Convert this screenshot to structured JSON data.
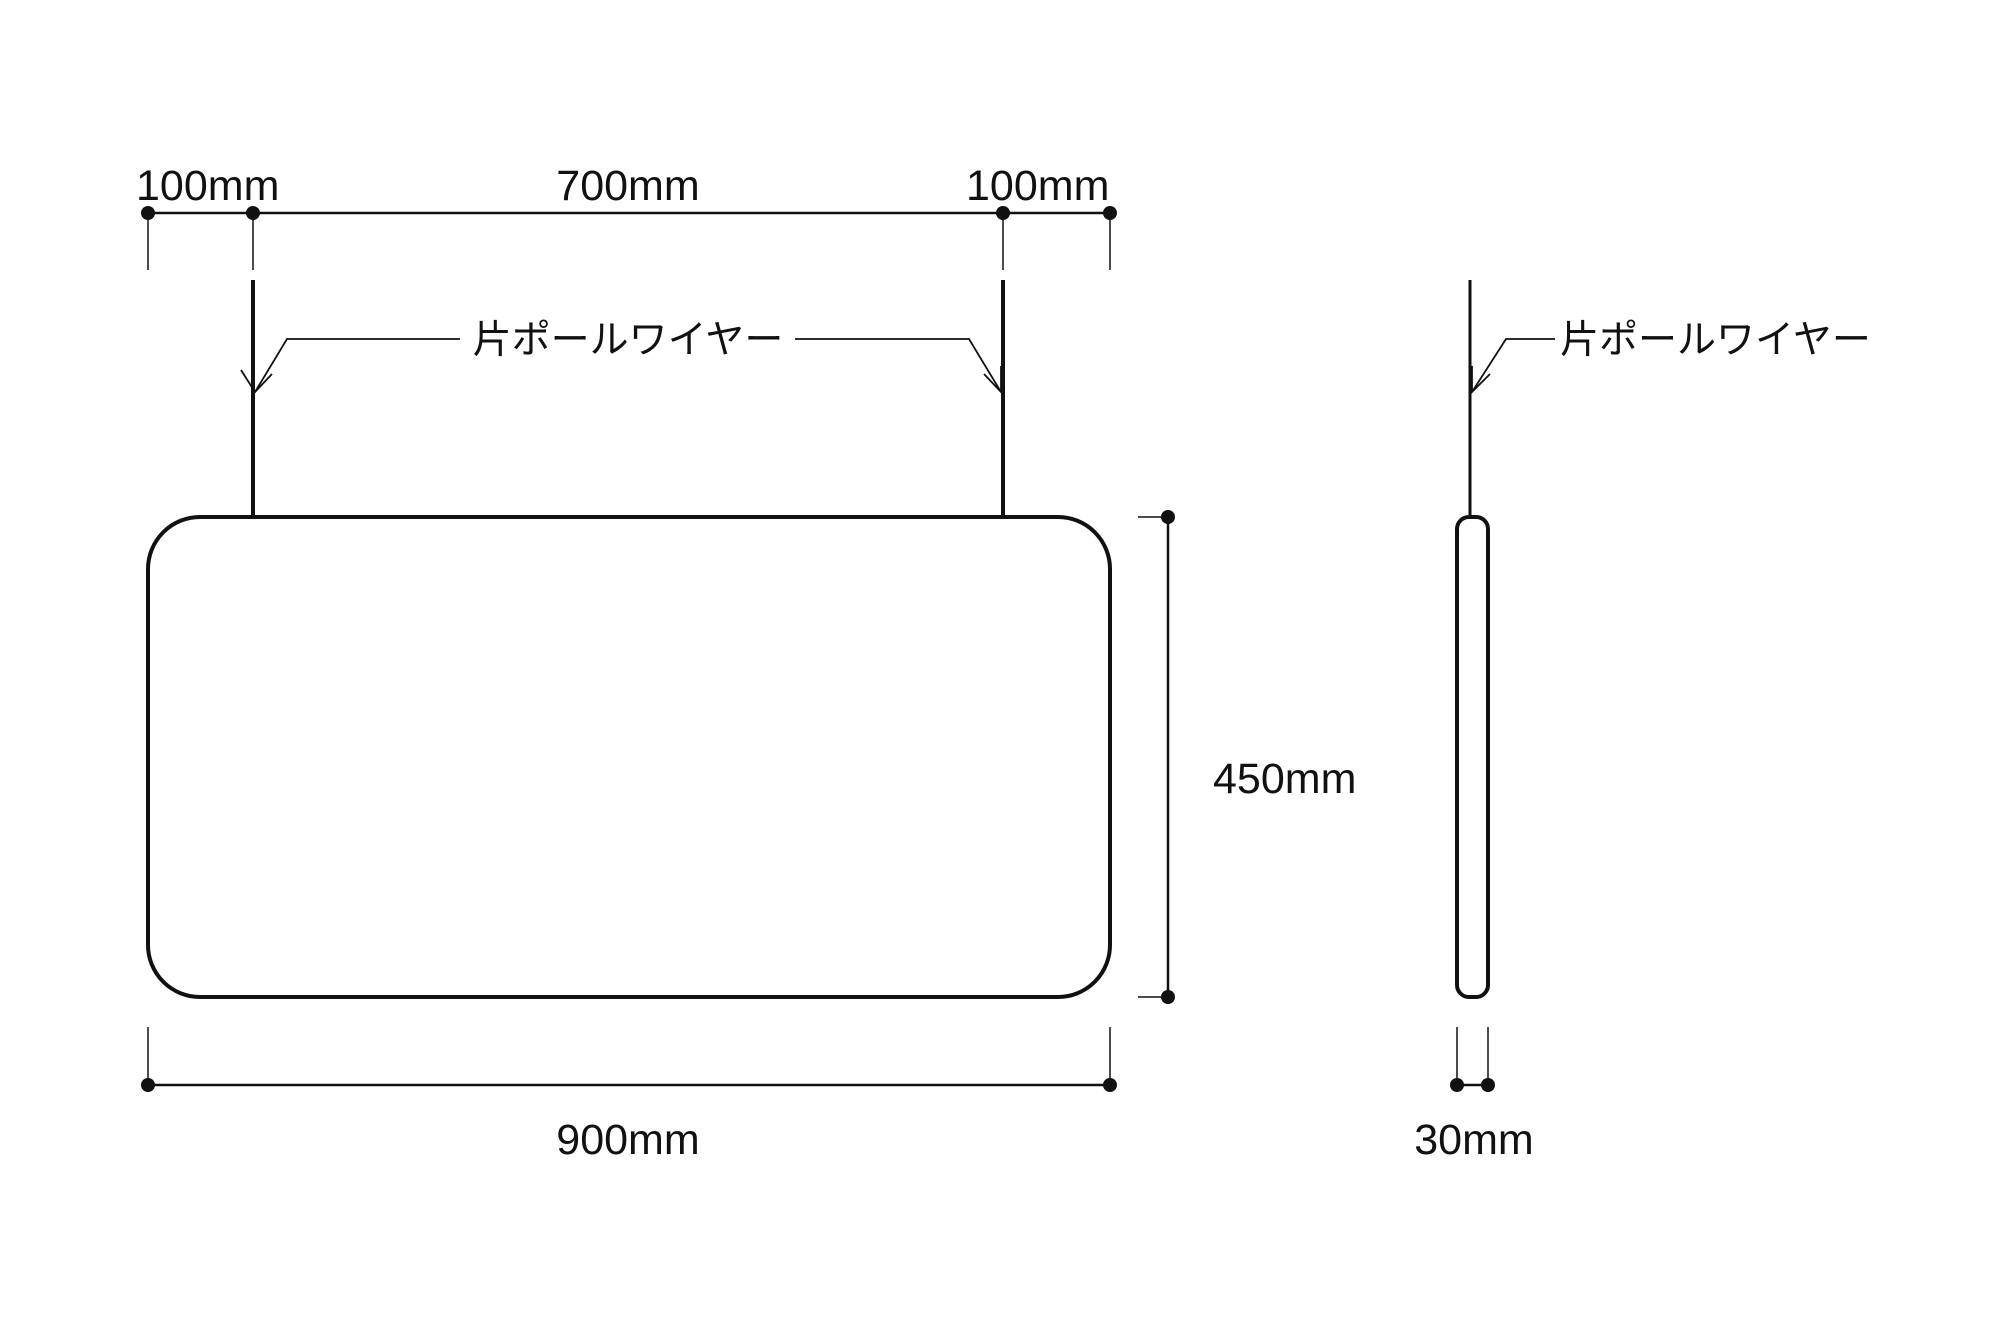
{
  "front_view": {
    "dimensions": {
      "left_offset": "100mm",
      "wire_spacing": "700mm",
      "right_offset": "100mm",
      "total_width": "900mm",
      "height": "450mm"
    },
    "wire_callout": "片ポールワイヤー"
  },
  "side_view": {
    "dimensions": {
      "thickness": "30mm"
    },
    "wire_callout": "片ポールワイヤー"
  },
  "colors": {
    "line": "#111111",
    "background": "#ffffff"
  }
}
